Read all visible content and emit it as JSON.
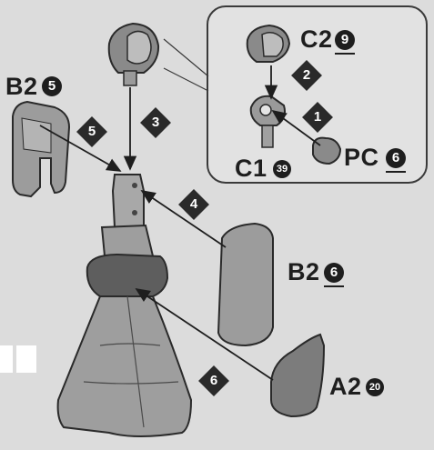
{
  "diagram": {
    "parts": {
      "c2": {
        "code": "C2",
        "qty": "9"
      },
      "c1": {
        "code": "C1",
        "qty": "39"
      },
      "pc": {
        "code": "PC",
        "qty": "6"
      },
      "b2_top": {
        "code": "B2",
        "qty": "5"
      },
      "b2_mid": {
        "code": "B2",
        "qty": "6"
      },
      "a2": {
        "code": "A2",
        "qty": "20"
      }
    },
    "steps": [
      "1",
      "2",
      "3",
      "4",
      "5",
      "6"
    ]
  }
}
